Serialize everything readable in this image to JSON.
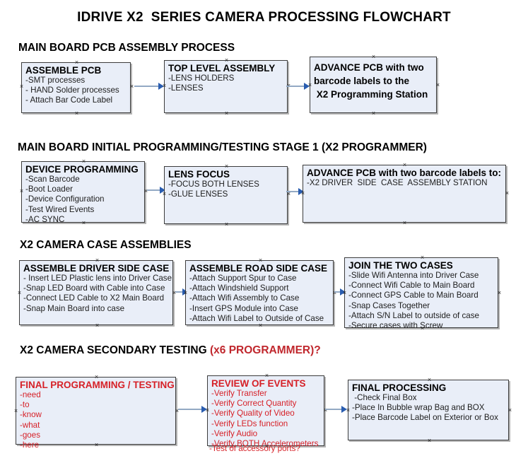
{
  "document": {
    "title": "IDRIVE X2  SERIES CAMERA PROCESSING FLOWCHART",
    "colors": {
      "node_fill": "#e9eef8",
      "node_border": "#3c3c3c",
      "connector": "#93a9c4",
      "arrowhead": "#2a5db0",
      "accent_red": "#d62027",
      "text": "#000000"
    }
  },
  "sections": [
    {
      "id": "main-board-pcb-assembly",
      "heading": "MAIN BOARD PCB ASSEMBLY PROCESS",
      "heading_accent": "",
      "nodes": [
        {
          "id": "assemble-pcb",
          "title": "ASSEMBLE PCB",
          "title_color": "black",
          "lines": [
            "-SMT processes",
            "- HAND Solder processes",
            "- Attach Bar Code Label"
          ]
        },
        {
          "id": "top-level-assembly",
          "title": "TOP LEVEL ASSEMBLY",
          "title_color": "black",
          "lines": [
            "-LENS HOLDERS",
            "-LENSES"
          ]
        },
        {
          "id": "advance-pcb-programming-station",
          "title_lines": [
            "ADVANCE PCB with two",
            "barcode labels to the",
            " X2 Programming Station"
          ],
          "title_color": "black",
          "lines": []
        }
      ]
    },
    {
      "id": "main-board-initial-programming",
      "heading": "MAIN BOARD INITIAL PROGRAMMING/TESTING STAGE 1 (X2 PROGRAMMER)",
      "heading_accent": "",
      "nodes": [
        {
          "id": "device-programming",
          "title": "DEVICE PROGRAMMING",
          "title_color": "black",
          "lines": [
            "-Scan Barcode",
            "-Boot Loader",
            "-Device Configuration",
            "-Test Wired Events",
            "-AC SYNC"
          ]
        },
        {
          "id": "lens-focus",
          "title": "LENS FOCUS",
          "title_color": "black",
          "lines": [
            "-FOCUS BOTH LENSES",
            "-GLUE LENSES"
          ]
        },
        {
          "id": "advance-pcb-driver-side-case",
          "title": "ADVANCE PCB with two barcode labels to:",
          "title_color": "black",
          "lines": [
            "-X2 DRIVER  SIDE  CASE  ASSEMBLY STATION"
          ]
        }
      ]
    },
    {
      "id": "x2-camera-case-assemblies",
      "heading": "X2 CAMERA CASE ASSEMBLIES",
      "heading_accent": "",
      "nodes": [
        {
          "id": "assemble-driver-side-case",
          "title": "ASSEMBLE DRIVER SIDE CASE",
          "title_color": "black",
          "lines": [
            "- Insert LED Plastic lens into Driver Case",
            "-Snap LED Board with Cable into Case",
            "-Connect LED Cable to X2 Main Board",
            "-Snap Main Board into case"
          ]
        },
        {
          "id": "assemble-road-side-case",
          "title": "ASSEMBLE ROAD SIDE CASE",
          "title_color": "black",
          "lines": [
            "-Attach Support Spur to Case",
            "-Attach Windshield Support",
            "-Attach Wifi Assembly to Case",
            "-Insert GPS Module into Case",
            "-Attach Wifi Label to Outside of Case"
          ]
        },
        {
          "id": "join-the-two-cases",
          "title": "JOIN THE TWO CASES",
          "title_color": "black",
          "lines": [
            "-Slide Wifi Antenna into Driver Case",
            "-Connect Wifi Cable to Main Board",
            "-Connect GPS Cable to Main Board",
            "-Snap Cases Together",
            "-Attach S/N Label to outside of case",
            "-Secure cases with Screw"
          ]
        }
      ]
    },
    {
      "id": "x2-camera-secondary-testing",
      "heading": "X2 CAMERA SECONDARY TESTING ",
      "heading_accent": "(x6 PROGRAMMER)?",
      "nodes": [
        {
          "id": "final-programming-testing",
          "title": "FINAL PROGRAMMING / TESTING",
          "title_color": "red",
          "lines": [
            "-need",
            "-to",
            "-know",
            "-what",
            "-goes",
            "-here"
          ]
        },
        {
          "id": "review-of-events",
          "title": "REVIEW OF EVENTS",
          "title_color": "red",
          "lines": [
            "-Verify Transfer",
            "-Verify Correct Quantity",
            "-Verify Quality of Video",
            "-Verify LEDs function",
            "-Verify Audio",
            "-Verify BOTH Accelerometers"
          ],
          "overflow_line": "-Test of accessory ports?"
        },
        {
          "id": "final-processing",
          "title": "FINAL PROCESSING",
          "title_color": "black",
          "lines": [
            " -Check Final Box",
            "-Place In Bubble wrap Bag and BOX",
            "-Place Barcode Label on Exterior or Box"
          ]
        }
      ]
    }
  ]
}
